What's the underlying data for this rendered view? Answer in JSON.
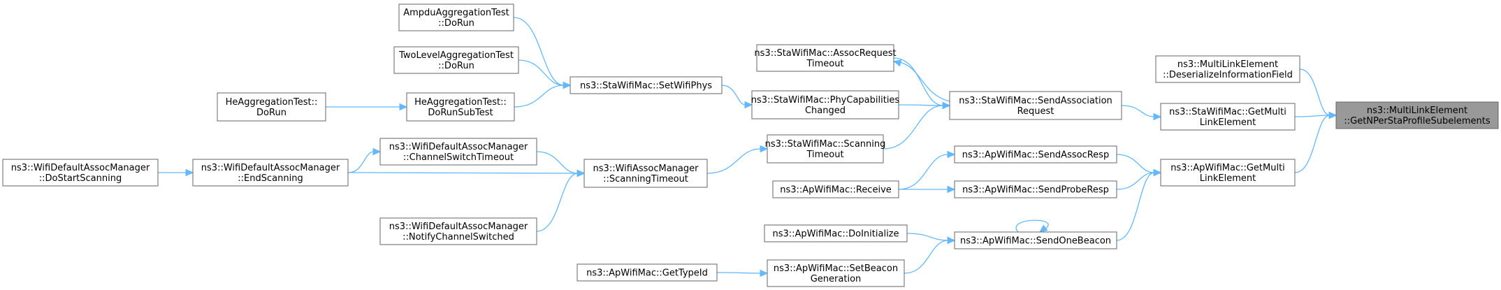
{
  "graph": {
    "title": "",
    "colors": {
      "edge": "#63b8ff",
      "node_border": "#666666",
      "node_fill": "#ffffff",
      "focus_fill": "#999999"
    },
    "nodes": [
      {
        "id": "focus",
        "lines": [
          "ns3::MultiLinkElement",
          "::GetNPerStaProfileSubelements"
        ],
        "focus": true
      },
      {
        "id": "deser",
        "lines": [
          "ns3::MultiLinkElement",
          "::DeserializeInformationField"
        ]
      },
      {
        "id": "staGetMulti",
        "lines": [
          "ns3::StaWifiMac::GetMulti",
          "LinkElement"
        ]
      },
      {
        "id": "apGetMulti",
        "lines": [
          "ns3::ApWifiMac::GetMulti",
          "LinkElement"
        ]
      },
      {
        "id": "staSendAssoc",
        "lines": [
          "ns3::StaWifiMac::SendAssociation",
          "Request"
        ]
      },
      {
        "id": "assocReqTimeout",
        "lines": [
          "ns3::StaWifiMac::AssocRequest",
          "Timeout"
        ]
      },
      {
        "id": "phyCap",
        "lines": [
          "ns3::StaWifiMac::PhyCapabilities",
          "Changed"
        ]
      },
      {
        "id": "scanTimeout",
        "lines": [
          "ns3::StaWifiMac::Scanning",
          "Timeout"
        ]
      },
      {
        "id": "setWifiPhys",
        "lines": [
          "ns3::StaWifiMac::SetWifiPhys"
        ]
      },
      {
        "id": "ampdu",
        "lines": [
          "AmpduAggregationTest",
          "::DoRun"
        ]
      },
      {
        "id": "twoLevel",
        "lines": [
          "TwoLevelAggregationTest",
          "::DoRun"
        ]
      },
      {
        "id": "heSub",
        "lines": [
          "HeAggregationTest::",
          "DoRunSubTest"
        ]
      },
      {
        "id": "heRun",
        "lines": [
          "HeAggregationTest::",
          "DoRun"
        ]
      },
      {
        "id": "assocMgrScan",
        "lines": [
          "ns3::WifiAssocManager",
          "::ScanningTimeout"
        ]
      },
      {
        "id": "chanSwitch",
        "lines": [
          "ns3::WifiDefaultAssocManager",
          "::ChannelSwitchTimeout"
        ]
      },
      {
        "id": "endScan",
        "lines": [
          "ns3::WifiDefaultAssocManager",
          "::EndScanning"
        ]
      },
      {
        "id": "startScan",
        "lines": [
          "ns3::WifiDefaultAssocManager",
          "::DoStartScanning"
        ]
      },
      {
        "id": "notifyChan",
        "lines": [
          "ns3::WifiDefaultAssocManager",
          "::NotifyChannelSwitched"
        ]
      },
      {
        "id": "apSendAssocResp",
        "lines": [
          "ns3::ApWifiMac::SendAssocResp"
        ]
      },
      {
        "id": "apSendProbe",
        "lines": [
          "ns3::ApWifiMac::SendProbeResp"
        ]
      },
      {
        "id": "apReceive",
        "lines": [
          "ns3::ApWifiMac::Receive"
        ]
      },
      {
        "id": "apSendBeacon",
        "lines": [
          "ns3::ApWifiMac::SendOneBeacon"
        ]
      },
      {
        "id": "apDoInit",
        "lines": [
          "ns3::ApWifiMac::DoInitialize"
        ]
      },
      {
        "id": "apSetBeacon",
        "lines": [
          "ns3::ApWifiMac::SetBeacon",
          "Generation"
        ]
      },
      {
        "id": "apGetTypeId",
        "lines": [
          "ns3::ApWifiMac::GetTypeId"
        ]
      }
    ],
    "edges": [
      {
        "from": "deser",
        "to": "focus"
      },
      {
        "from": "staGetMulti",
        "to": "focus"
      },
      {
        "from": "apGetMulti",
        "to": "focus"
      },
      {
        "from": "staSendAssoc",
        "to": "staGetMulti"
      },
      {
        "from": "staSendAssoc",
        "to": "assocReqTimeout"
      },
      {
        "from": "assocReqTimeout",
        "to": "staSendAssoc"
      },
      {
        "from": "phyCap",
        "to": "staSendAssoc"
      },
      {
        "from": "scanTimeout",
        "to": "staSendAssoc"
      },
      {
        "from": "setWifiPhys",
        "to": "phyCap"
      },
      {
        "from": "ampdu",
        "to": "setWifiPhys"
      },
      {
        "from": "twoLevel",
        "to": "setWifiPhys"
      },
      {
        "from": "heSub",
        "to": "setWifiPhys"
      },
      {
        "from": "heRun",
        "to": "heSub"
      },
      {
        "from": "assocMgrScan",
        "to": "scanTimeout"
      },
      {
        "from": "chanSwitch",
        "to": "assocMgrScan"
      },
      {
        "from": "endScan",
        "to": "chanSwitch"
      },
      {
        "from": "endScan",
        "to": "assocMgrScan"
      },
      {
        "from": "startScan",
        "to": "endScan"
      },
      {
        "from": "notifyChan",
        "to": "assocMgrScan"
      },
      {
        "from": "apSendAssocResp",
        "to": "apGetMulti"
      },
      {
        "from": "apSendProbe",
        "to": "apGetMulti"
      },
      {
        "from": "apSendBeacon",
        "to": "apGetMulti"
      },
      {
        "from": "apReceive",
        "to": "apSendAssocResp"
      },
      {
        "from": "apReceive",
        "to": "apSendProbe"
      },
      {
        "from": "apSendBeacon",
        "to": "apSendBeacon"
      },
      {
        "from": "apDoInit",
        "to": "apSendBeacon"
      },
      {
        "from": "apSetBeacon",
        "to": "apSendBeacon"
      },
      {
        "from": "apGetTypeId",
        "to": "apSetBeacon"
      }
    ]
  }
}
